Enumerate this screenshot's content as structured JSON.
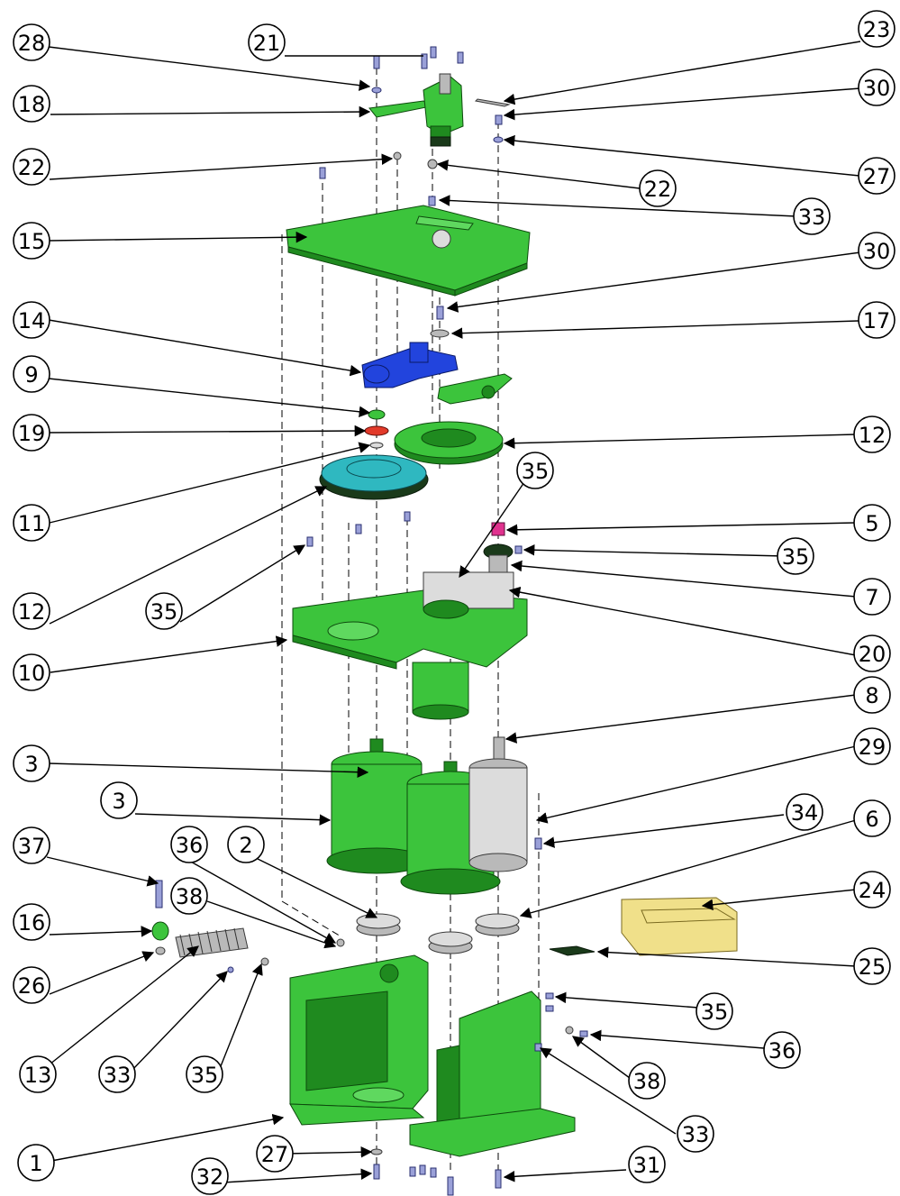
{
  "diagram": {
    "callouts": [
      {
        "id": "c28a",
        "label": "28"
      },
      {
        "id": "c21",
        "label": "21"
      },
      {
        "id": "c23",
        "label": "23"
      },
      {
        "id": "c18",
        "label": "18"
      },
      {
        "id": "c30a",
        "label": "30"
      },
      {
        "id": "c27a",
        "label": "27"
      },
      {
        "id": "c22a",
        "label": "22"
      },
      {
        "id": "c22b",
        "label": "22"
      },
      {
        "id": "c33a",
        "label": "33"
      },
      {
        "id": "c15",
        "label": "15"
      },
      {
        "id": "c30b",
        "label": "30"
      },
      {
        "id": "c17",
        "label": "17"
      },
      {
        "id": "c14",
        "label": "14"
      },
      {
        "id": "c9",
        "label": "9"
      },
      {
        "id": "c19",
        "label": "19"
      },
      {
        "id": "c12a",
        "label": "12"
      },
      {
        "id": "c11",
        "label": "11"
      },
      {
        "id": "c35a",
        "label": "35"
      },
      {
        "id": "c5",
        "label": "5"
      },
      {
        "id": "c12b",
        "label": "12"
      },
      {
        "id": "c35b",
        "label": "35"
      },
      {
        "id": "c35c",
        "label": "35"
      },
      {
        "id": "c7",
        "label": "7"
      },
      {
        "id": "c20",
        "label": "20"
      },
      {
        "id": "c10",
        "label": "10"
      },
      {
        "id": "c8",
        "label": "8"
      },
      {
        "id": "c3a",
        "label": "3"
      },
      {
        "id": "c29",
        "label": "29"
      },
      {
        "id": "c3b",
        "label": "3"
      },
      {
        "id": "c34",
        "label": "34"
      },
      {
        "id": "c6",
        "label": "6"
      },
      {
        "id": "c37",
        "label": "37"
      },
      {
        "id": "c36a",
        "label": "36"
      },
      {
        "id": "c2",
        "label": "2"
      },
      {
        "id": "c24",
        "label": "24"
      },
      {
        "id": "c38a",
        "label": "38"
      },
      {
        "id": "c16",
        "label": "16"
      },
      {
        "id": "c25",
        "label": "25"
      },
      {
        "id": "c26",
        "label": "26"
      },
      {
        "id": "c35d",
        "label": "35"
      },
      {
        "id": "c36b",
        "label": "36"
      },
      {
        "id": "c13",
        "label": "13"
      },
      {
        "id": "c33b",
        "label": "33"
      },
      {
        "id": "c35e",
        "label": "35"
      },
      {
        "id": "c38b",
        "label": "38"
      },
      {
        "id": "c33c",
        "label": "33"
      },
      {
        "id": "c1",
        "label": "1"
      },
      {
        "id": "c27b",
        "label": "27"
      },
      {
        "id": "c31",
        "label": "31"
      },
      {
        "id": "c32",
        "label": "32"
      }
    ]
  }
}
